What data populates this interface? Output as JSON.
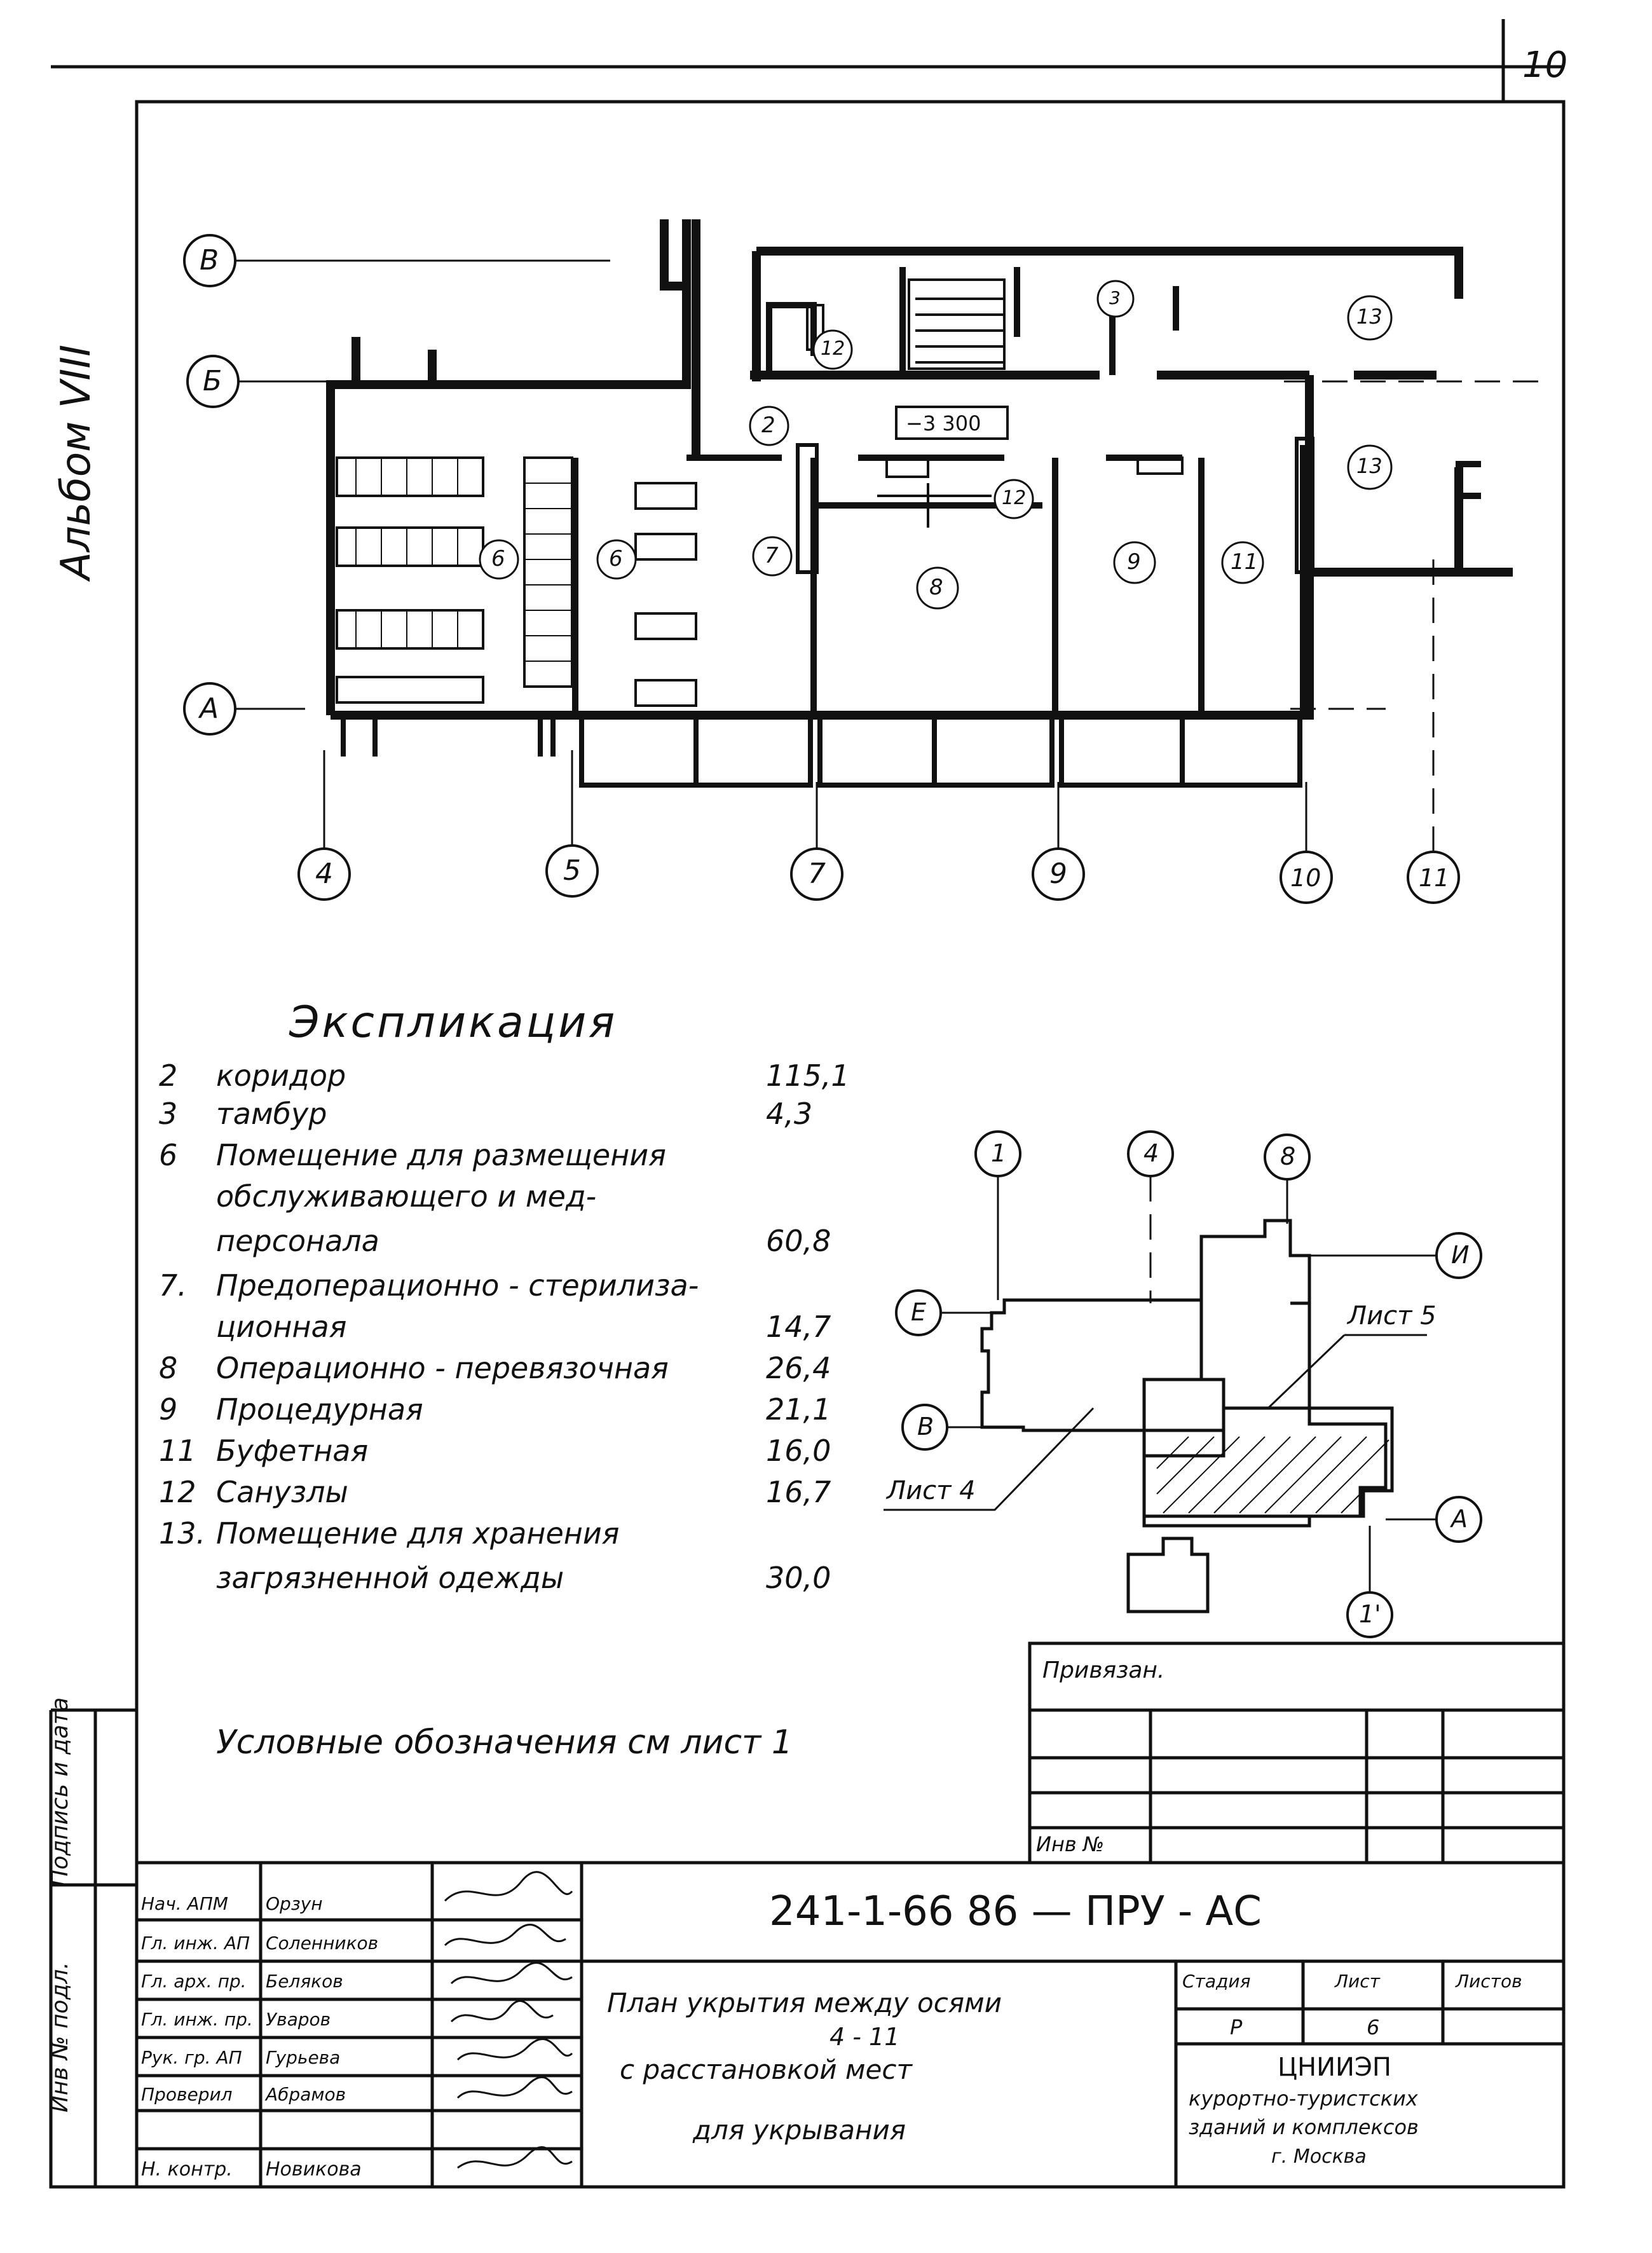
{
  "sheet": {
    "page_number": "10",
    "album_label": "Альбом VIII",
    "side_labels": [
      "Инв № подл.",
      "Подпись и дата"
    ]
  },
  "plan": {
    "axes_letters": [
      "В",
      "Б",
      "А"
    ],
    "axes_numbers": [
      "4",
      "5",
      "7",
      "9",
      "10",
      "11"
    ],
    "level_mark": "−3 300",
    "room_tags": [
      "2",
      "3",
      "6",
      "6",
      "7",
      "8",
      "9",
      "11",
      "12",
      "12",
      "13",
      "13"
    ]
  },
  "explication": {
    "title": "Экспликация",
    "rows": [
      {
        "num": "2",
        "name": "коридор",
        "area": "115,1"
      },
      {
        "num": "3",
        "name": "тамбур",
        "area": "4,3"
      },
      {
        "num": "6",
        "name": "Помещение для размещения",
        "area": ""
      },
      {
        "num": "",
        "name": "обслуживающего и мед-",
        "area": ""
      },
      {
        "num": "",
        "name": "персонала",
        "area": "60,8"
      },
      {
        "num": "7.",
        "name": "Предоперационно - стерилиза-",
        "area": ""
      },
      {
        "num": "",
        "name": "ционная",
        "area": "14,7"
      },
      {
        "num": "8",
        "name": "Операционно - перевязочная",
        "area": "26,4"
      },
      {
        "num": "9",
        "name": "Процедурная",
        "area": "21,1"
      },
      {
        "num": "11",
        "name": "Буфетная",
        "area": "16,0"
      },
      {
        "num": "12",
        "name": "Санузлы",
        "area": "16,7"
      },
      {
        "num": "13.",
        "name": "Помещение для хранения",
        "area": ""
      },
      {
        "num": "",
        "name": "загрязненной одежды",
        "area": "30,0"
      }
    ],
    "legend_note": "Условные обозначения см лист 1"
  },
  "key_plan": {
    "axis_labels": [
      "1",
      "4",
      "8",
      "Е",
      "И",
      "В",
      "А",
      "1'"
    ],
    "sheet_labels": [
      "Лист 5",
      "Лист 4"
    ]
  },
  "title_block": {
    "binding_label": "Привязан.",
    "inv_label": "Инв №",
    "doc_code": "241-1-66 86 — ПРУ - АС",
    "drawing_title": [
      "План укрытия между осями",
      "4 - 11",
      "с расстановкой мест",
      "для укрывания"
    ],
    "stage_header": "Стадия",
    "sheet_header": "Лист",
    "sheets_header": "Листов",
    "stage": "Р",
    "sheet": "6",
    "org": [
      "ЦНИИЭП",
      "курортно-туристских",
      "зданий и комплексов",
      "г. Москва"
    ],
    "staff": [
      {
        "role": "Нач. АПМ",
        "name": "Орзун"
      },
      {
        "role": "Гл. инж. АП",
        "name": "Соленников"
      },
      {
        "role": "Гл. арх. пр.",
        "name": "Беляков"
      },
      {
        "role": "Гл. инж. пр.",
        "name": "Уваров"
      },
      {
        "role": "Рук. гр. АП",
        "name": "Гурьева"
      },
      {
        "role": "Проверил",
        "name": "Абрамов"
      },
      {
        "role": "Н. контр.",
        "name": "Новикова"
      }
    ]
  }
}
